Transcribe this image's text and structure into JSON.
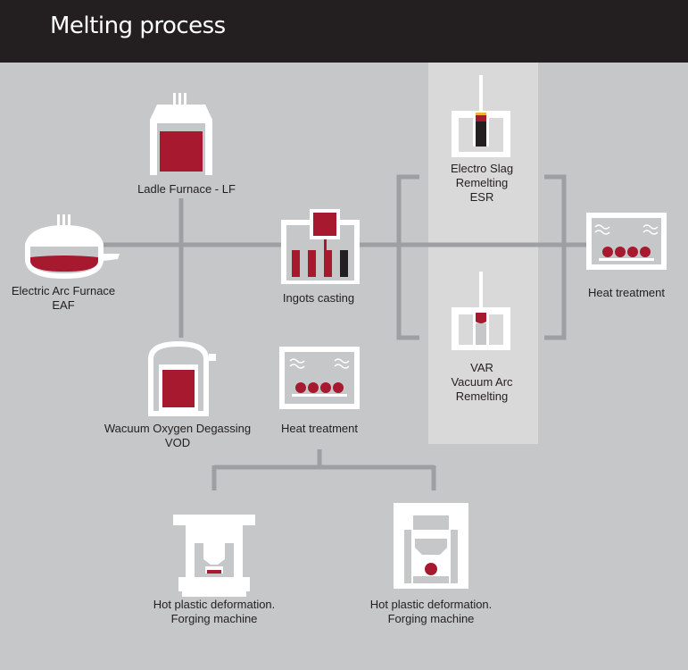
{
  "header": {
    "title": "Melting process"
  },
  "colors": {
    "header_bg": "#231f20",
    "background": "#c6c7c8",
    "panel": "#d9d9da",
    "metal": "#a6192e",
    "connector": "#9d9fa2",
    "equipment": "#ffffff"
  },
  "nodes": {
    "eaf": {
      "line1": "Electric Arc Furnace",
      "line2": "EAF",
      "icon": "electric-arc-furnace-icon"
    },
    "lf": {
      "line1": "Ladle Furnace - LF",
      "icon": "ladle-furnace-icon"
    },
    "vod": {
      "line1": "Wacuum Oxygen Degassing",
      "line2": "VOD",
      "icon": "vod-vessel-icon"
    },
    "ingots": {
      "line1": "Ingots casting",
      "icon": "ingot-casting-icon"
    },
    "heat1": {
      "line1": "Heat treatment",
      "icon": "heat-treatment-furnace-icon"
    },
    "esr": {
      "line1": "Electro Slag",
      "line2": "Remelting",
      "line3": "ESR",
      "icon": "esr-icon"
    },
    "var": {
      "line1": "VAR",
      "line2": "Vacuum Arc",
      "line3": "Remelting",
      "icon": "var-icon"
    },
    "heat2": {
      "line1": "Heat treatment",
      "icon": "heat-treatment-furnace-icon"
    },
    "forge1": {
      "line1": "Hot plastic deformation.",
      "line2": "Forging machine",
      "icon": "forging-press-icon"
    },
    "forge2": {
      "line1": "Hot plastic deformation.",
      "line2": "Forging machine",
      "icon": "forging-press-icon"
    }
  }
}
